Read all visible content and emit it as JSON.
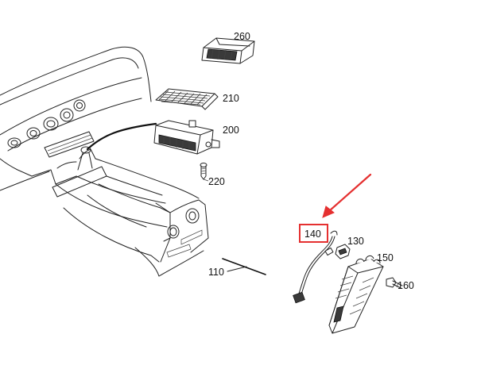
{
  "callouts": [
    {
      "id": "260",
      "text": "260"
    },
    {
      "id": "210",
      "text": "210"
    },
    {
      "id": "200",
      "text": "200"
    },
    {
      "id": "220",
      "text": "220"
    },
    {
      "id": "140",
      "text": "140",
      "highlighted": true
    },
    {
      "id": "130",
      "text": "130"
    },
    {
      "id": "150",
      "text": "150"
    },
    {
      "id": "160",
      "text": "160"
    },
    {
      "id": "110",
      "text": "110"
    }
  ],
  "colors": {
    "line": "#222222",
    "highlight_box": "#e53030",
    "arrow": "#e53030",
    "background": "#ffffff"
  }
}
